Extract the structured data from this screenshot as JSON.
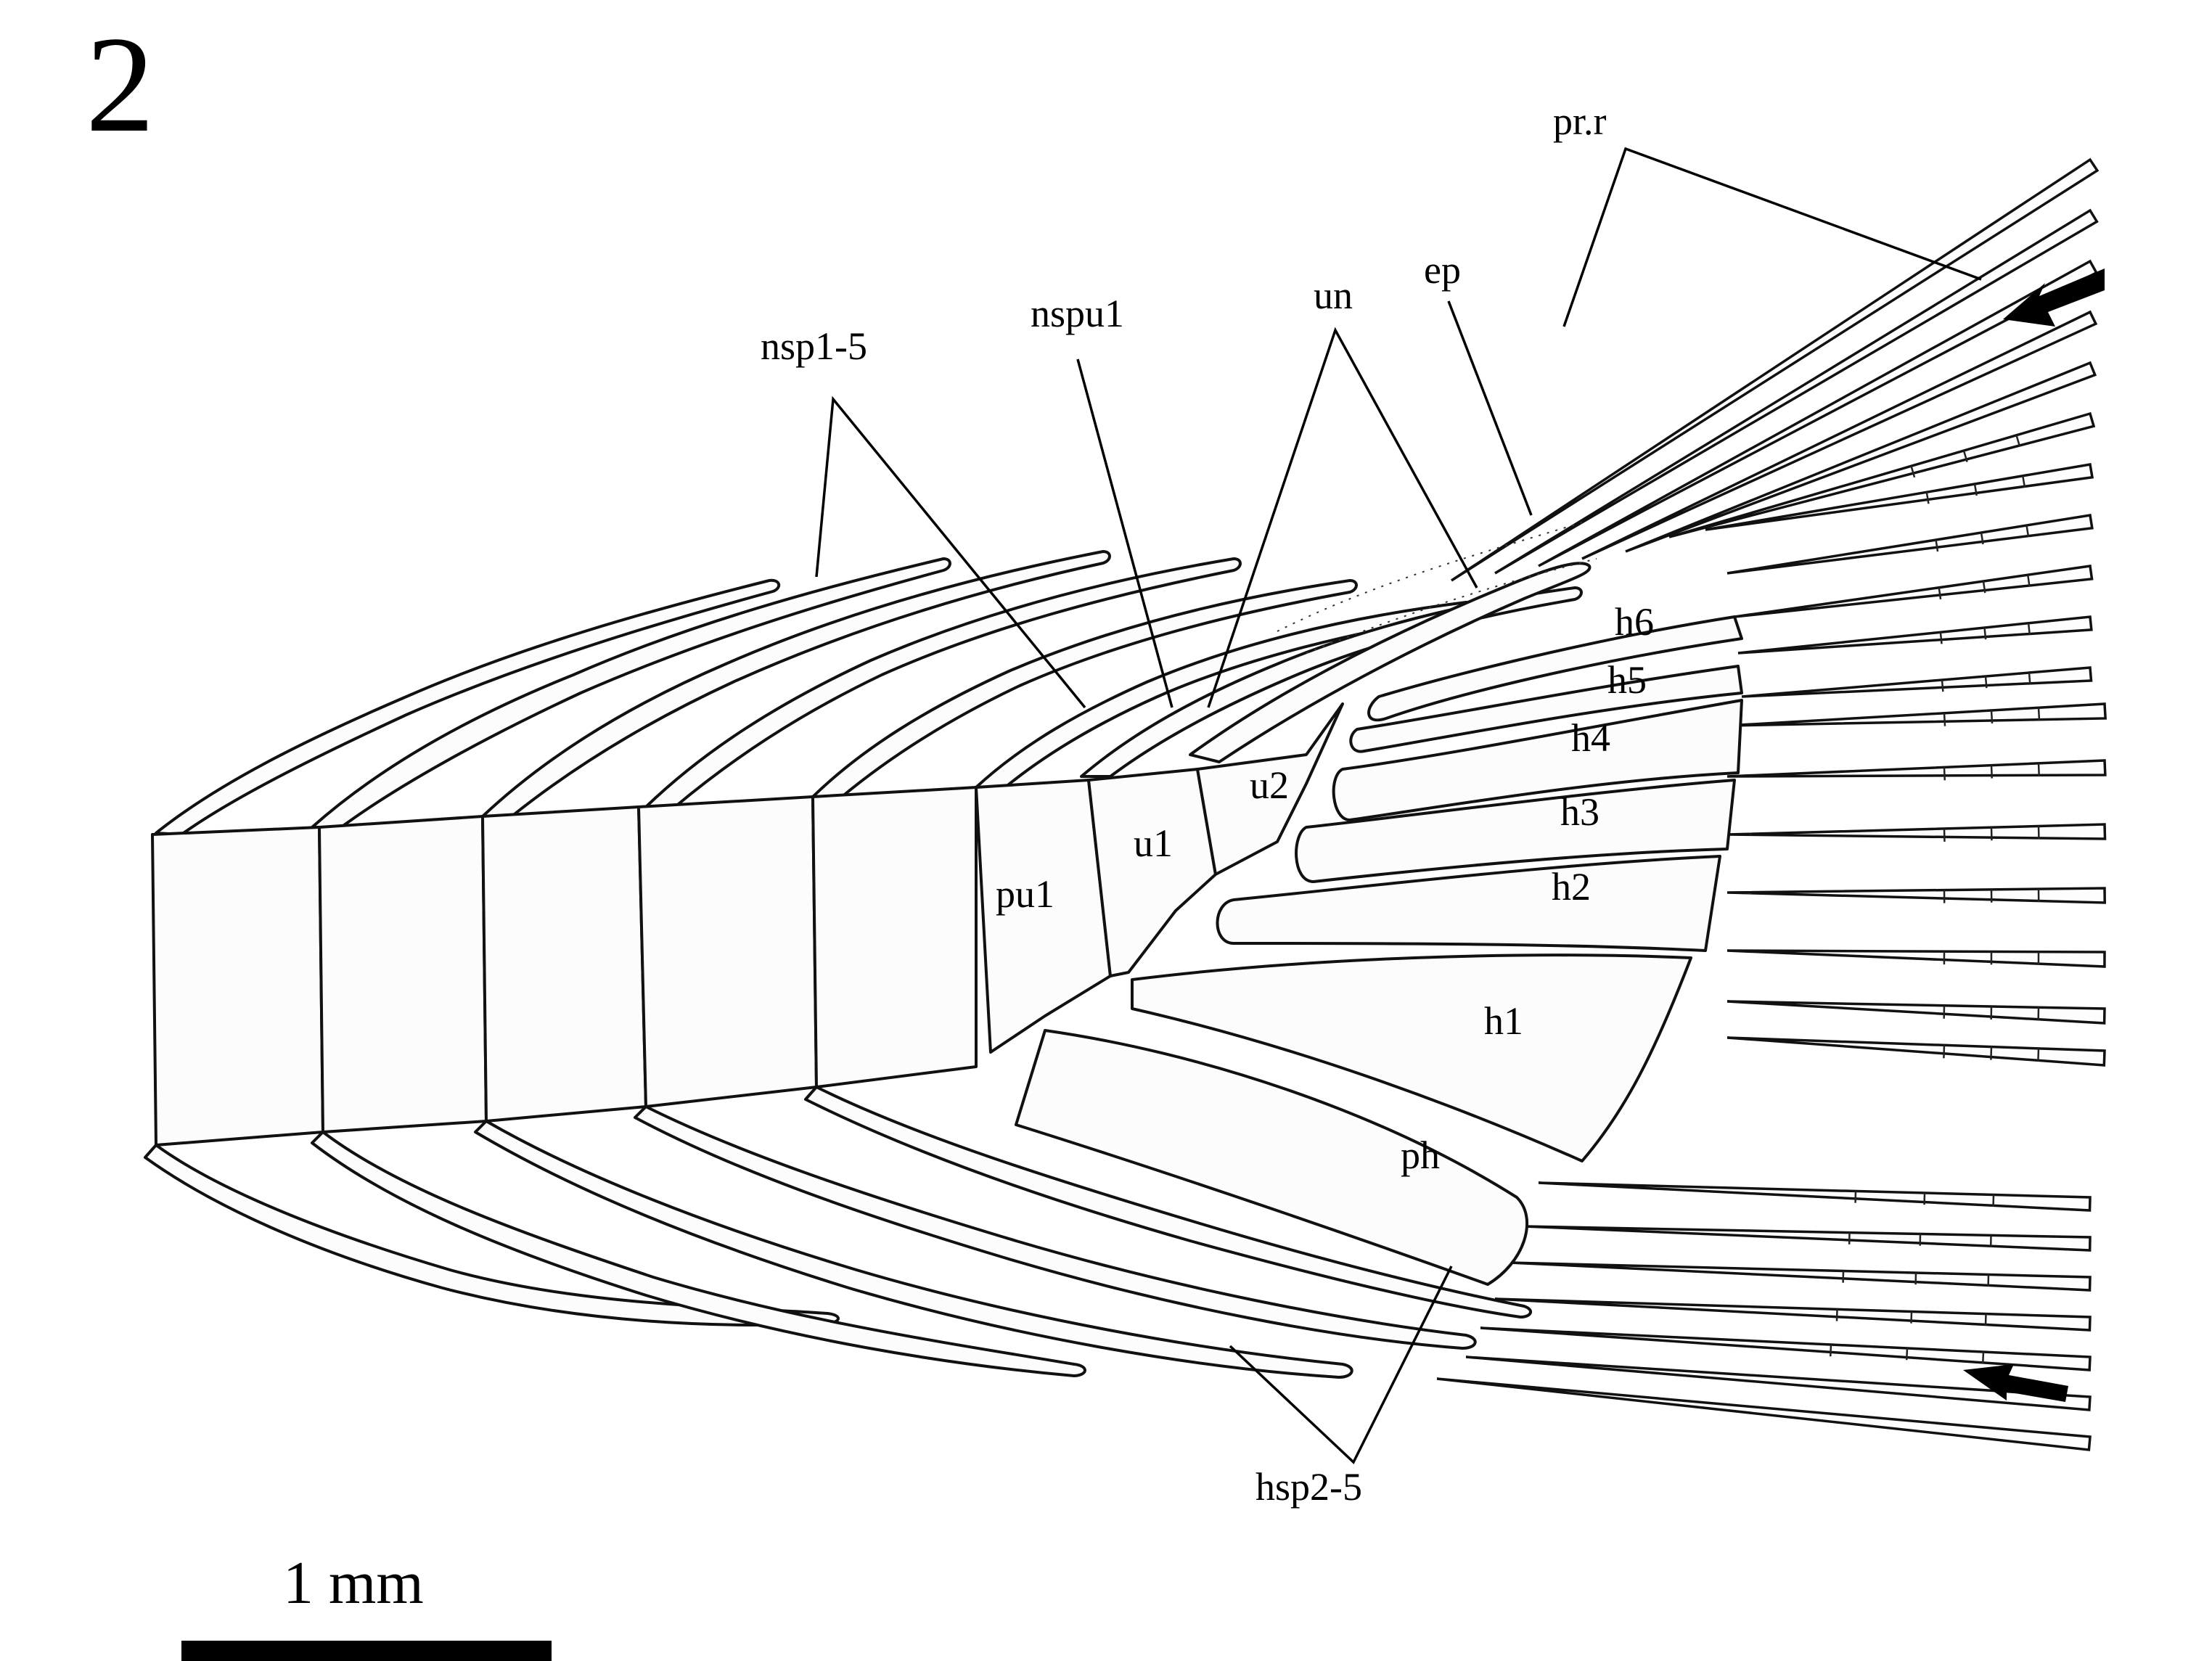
{
  "figure": {
    "number": "2",
    "scale_bar_label": "1 mm",
    "labels": {
      "nsp": "nsp1-5",
      "nspu1": "nspu1",
      "un": "un",
      "ep": "ep",
      "prr": "pr.r",
      "h6": "h6",
      "h5": "h5",
      "h4": "h4",
      "h3": "h3",
      "h2": "h2",
      "h1": "h1",
      "u2": "u2",
      "u1": "u1",
      "pu1": "pu1",
      "ph": "ph",
      "hsp": "hsp2-5"
    },
    "arrows": [
      "arrow-upper",
      "arrow-lower"
    ],
    "colors": {
      "ink": "#000000",
      "paper": "#ffffff"
    }
  }
}
